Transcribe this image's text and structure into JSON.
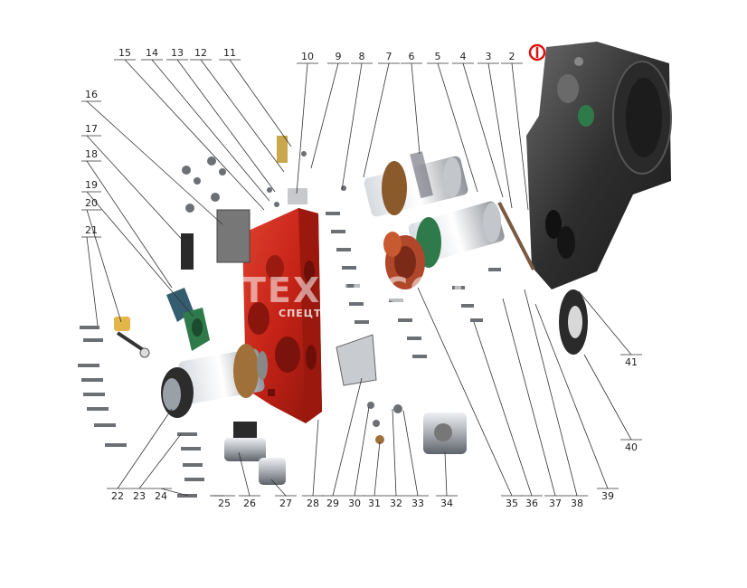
{
  "watermark": {
    "brand": "ТЕХНОСОФТ",
    "sub": "СПЕЦТЕХ"
  },
  "marker_color": "#e01010",
  "part_numbers": [
    "1",
    "2",
    "3",
    "4",
    "5",
    "6",
    "7",
    "8",
    "9",
    "10",
    "11",
    "12",
    "13",
    "14",
    "15",
    "16",
    "17",
    "18",
    "19",
    "20",
    "21",
    "22",
    "23",
    "24",
    "25",
    "26",
    "27",
    "28",
    "29",
    "30",
    "31",
    "32",
    "33",
    "34",
    "35",
    "36",
    "37",
    "38",
    "39",
    "40",
    "41"
  ],
  "colors": {
    "housing_red": "#c8251a",
    "housing_dark": "#8e1a12",
    "housing_gray": "#3a3a3a",
    "steel": "#b8bcc2",
    "gear_bronze": "#b07a3a",
    "green_part": "#2f7a4a"
  }
}
